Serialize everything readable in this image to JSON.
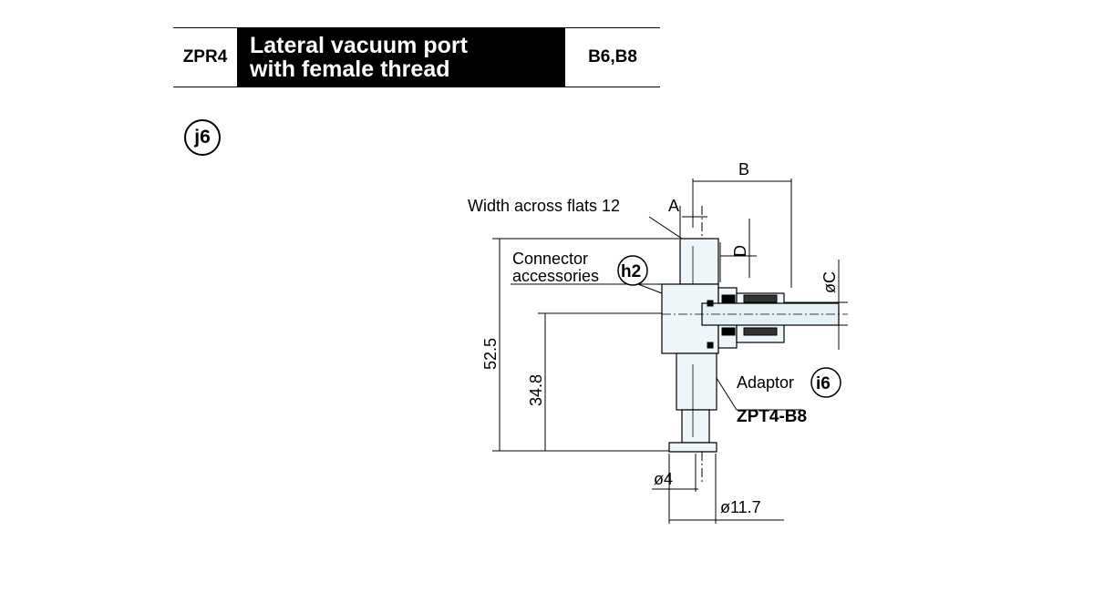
{
  "header": {
    "model": "ZPR4",
    "title_line1": "Lateral vacuum port",
    "title_line2": "with female thread",
    "variants": "B6,B8"
  },
  "section_badge": "j6",
  "drawing": {
    "dim_a": "A",
    "dim_b": "B",
    "dim_c": "øC",
    "dim_d": "D",
    "width_across_flats": "Width across flats 12",
    "connector_line1": "Connector",
    "connector_line2": "accessories",
    "connector_badge": "h2",
    "adaptor_label": "Adaptor",
    "adaptor_badge": "i6",
    "adaptor_model": "ZPT4-B8",
    "height_total": "52.5",
    "height_lower": "34.8",
    "dia_small": "ø4",
    "dia_large": "ø11.7"
  }
}
